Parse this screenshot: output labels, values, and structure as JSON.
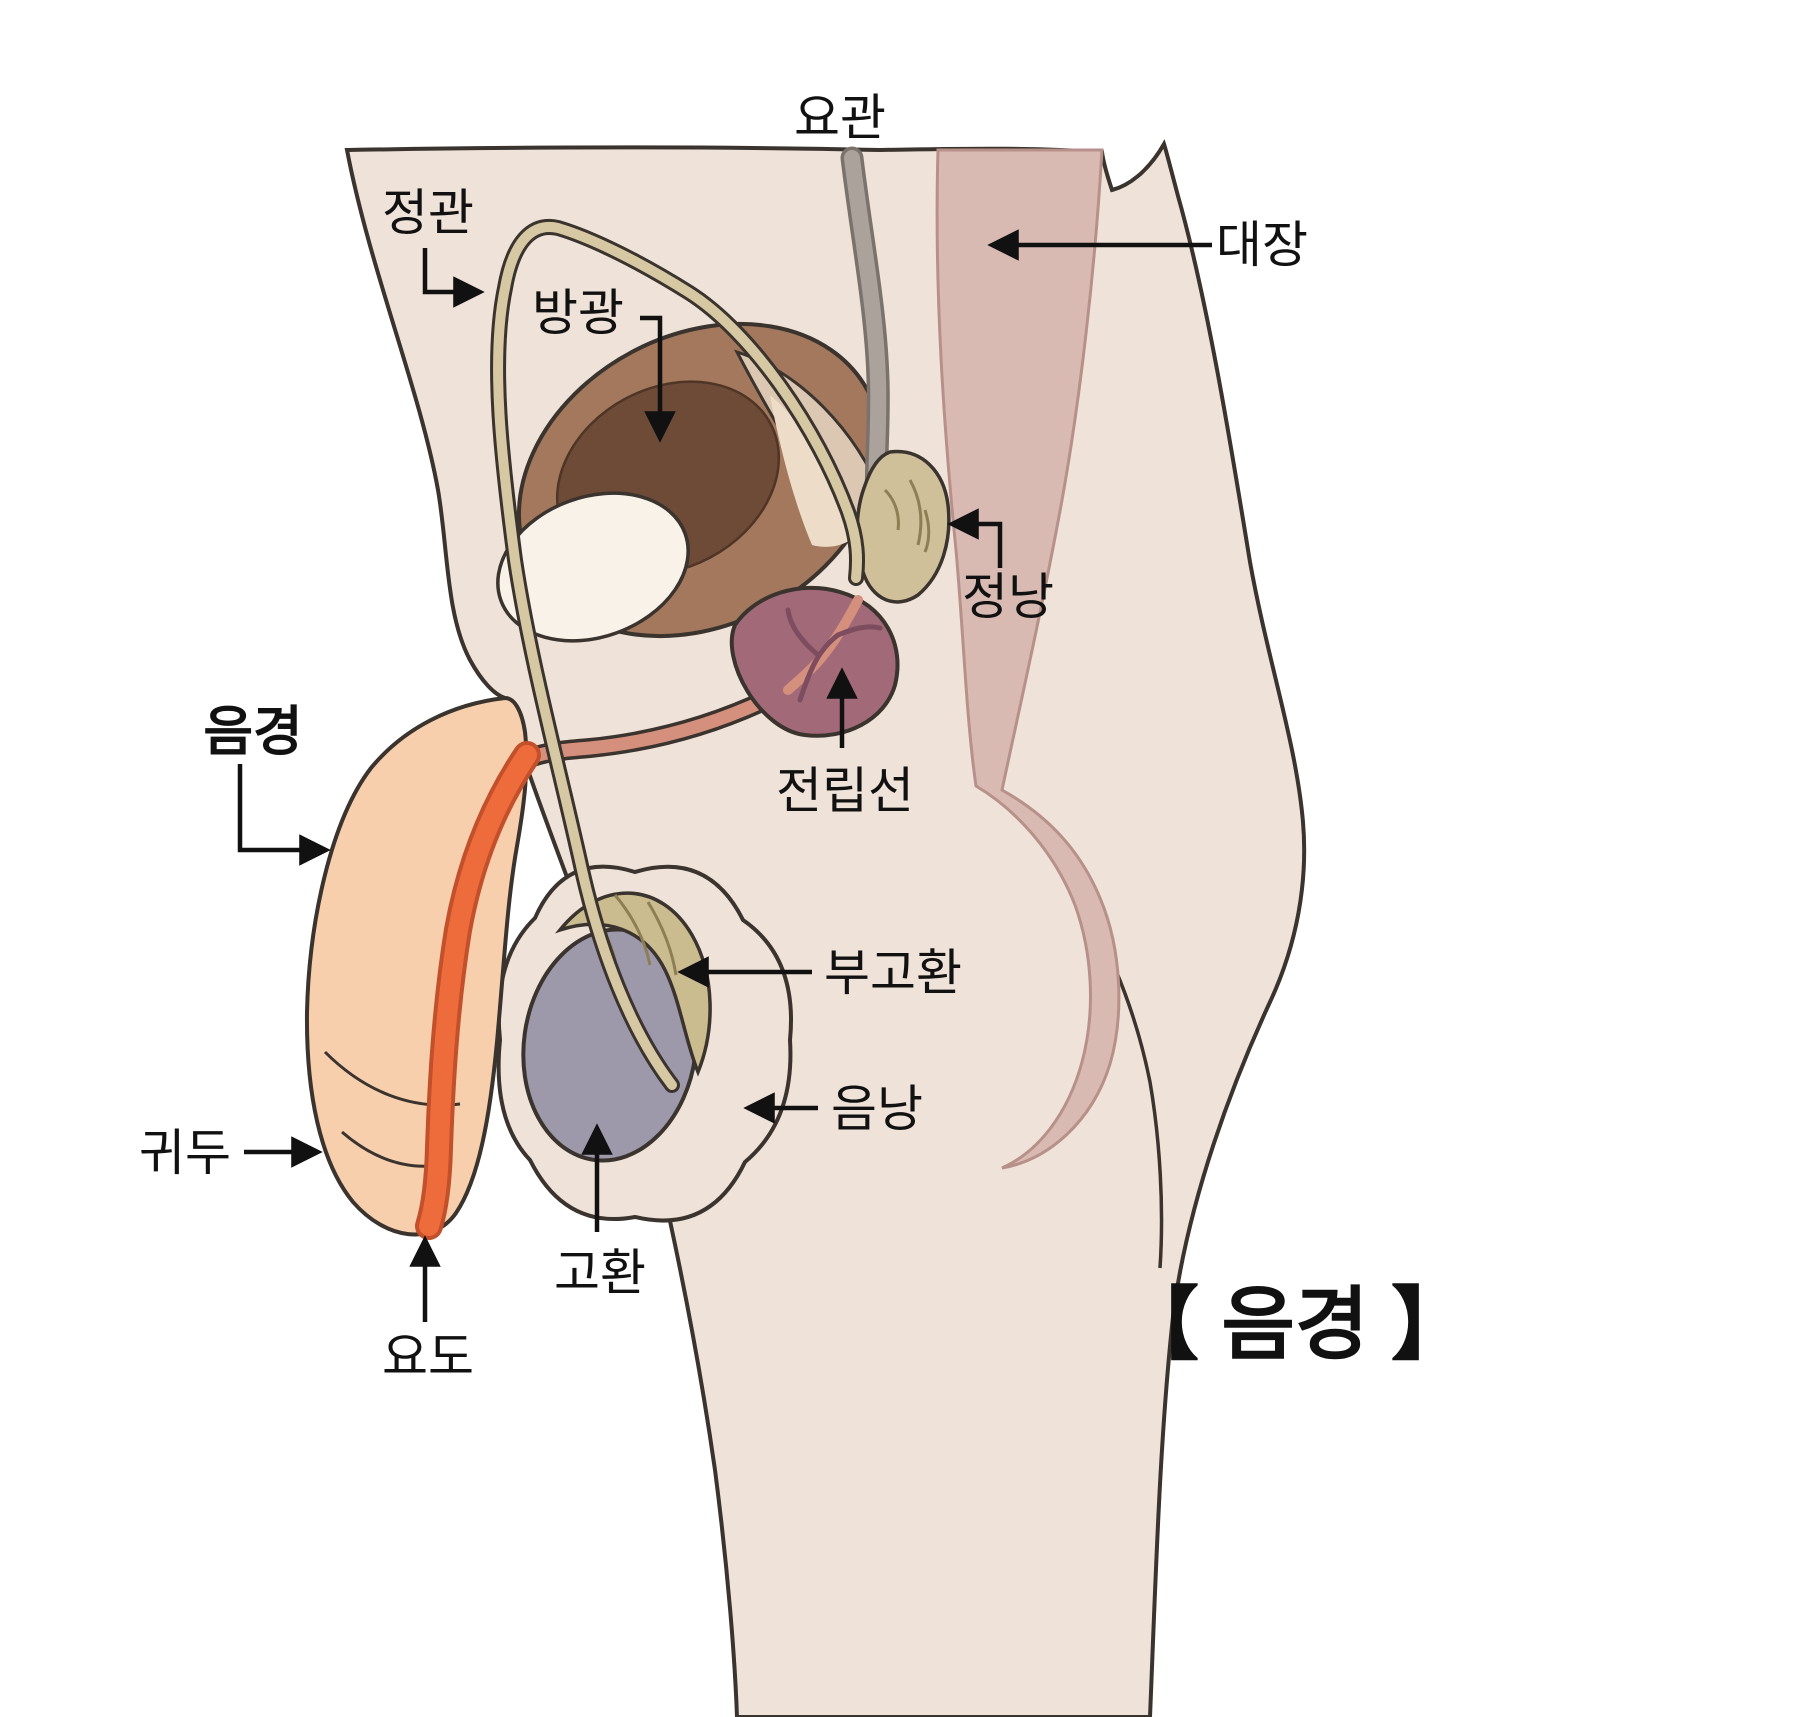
{
  "figure": {
    "title": "【 음경 】",
    "labels": {
      "ureter": "요관",
      "vas_deferens": "정관",
      "bladder": "방광",
      "colon": "대장",
      "seminal_vesicle": "정낭",
      "prostate": "전립선",
      "penis": "음경",
      "epididymis": "부고환",
      "scrotum": "음낭",
      "glans": "귀두",
      "testis": "고환",
      "urethra": "요도"
    },
    "colors": {
      "skin": "#efe2d8",
      "outline": "#3a332e",
      "colon": "#d9bab2",
      "colon_edge": "#b7908a",
      "pelvic_bone": "#f8f2e9",
      "bladder_wall": "#a3785c",
      "bladder_inner": "#6e4b37",
      "bladder_flap": "#dcc7b2",
      "bladder_sliver": "#ecdcc8",
      "urethra_tube": "#d4907c",
      "urethra_stripe": "#ee6c3c",
      "penis_skin": "#f7cfad",
      "testis": "#9d99ab",
      "epididymis": "#cbbc8f",
      "prostate": "#a26a79",
      "prostate_branch": "#7d4d5f",
      "seminal_vesicle": "#cfc09a",
      "vas_deferens": "#d5c8a2",
      "ureter_tube": "#aaa29b",
      "label_text": "#111111"
    }
  }
}
